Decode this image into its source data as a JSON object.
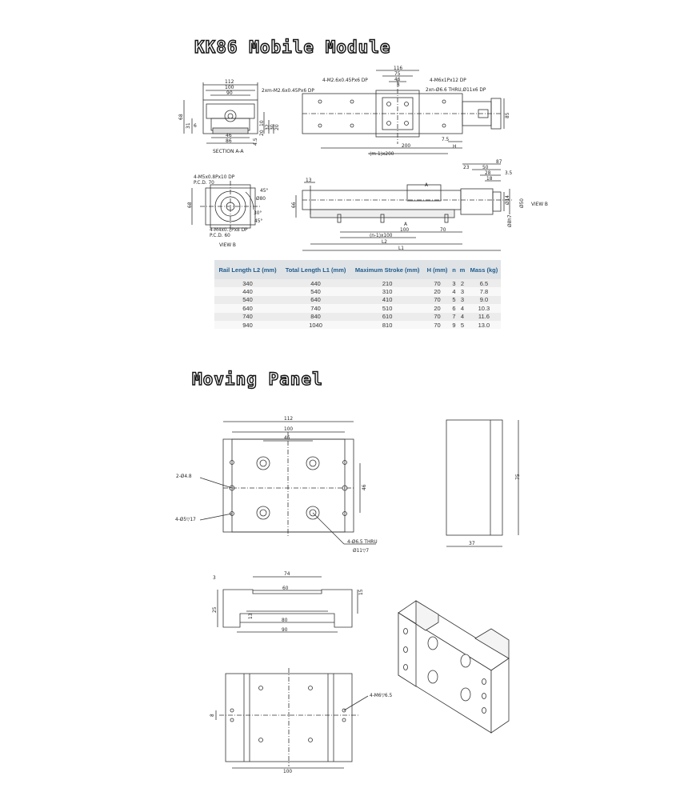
{
  "titles": {
    "module": "KK86 Mobile Module",
    "panel": "Moving Panel"
  },
  "section_aa": {
    "dims": [
      "112",
      "100",
      "90",
      "68",
      "31",
      "6",
      "46",
      "86",
      "4.5",
      "20",
      "10",
      "32",
      "30",
      "20"
    ],
    "label": "SECTION A-A"
  },
  "top_view": {
    "notes": [
      "4-M2.6x0.45Px6 DP",
      "2xm-M2.6x0.45Px6 DP",
      "4-M6x1Px12 DP",
      "2xn-Ø6.6 THRU,Ø11x6 DP"
    ],
    "dims": [
      "116",
      "75",
      "46",
      "8",
      "7.5",
      "200",
      "(m-1)x200",
      "H",
      "85"
    ]
  },
  "view_b": {
    "notes": [
      "4-M5x0.8Px10 DP",
      "P.C.D. 70",
      "4-M4x0.7Px8 DP",
      "P.C.D. 60"
    ],
    "dims": [
      "68",
      "45°",
      "30°",
      "45°",
      "Ø80"
    ],
    "label": "VIEW B"
  },
  "side_view": {
    "dims": [
      "13",
      "66",
      "A",
      "A",
      "100",
      "70",
      "(n-1)x100",
      "L2",
      "L1",
      "87",
      "50",
      "28",
      "18",
      "23",
      "3.5",
      "Ø14",
      "Ø50",
      "Ø8h7"
    ],
    "label": "VIEW B"
  },
  "table": {
    "headers": [
      "Rail Length L2 (mm)",
      "Total Length L1 (mm)",
      "Maximum Stroke (mm)",
      "H (mm)",
      "n",
      "m",
      "Mass (kg)"
    ],
    "rows": [
      [
        "340",
        "440",
        "210",
        "70",
        "3",
        "2",
        "6.5"
      ],
      [
        "440",
        "540",
        "310",
        "20",
        "4",
        "3",
        "7.8"
      ],
      [
        "540",
        "640",
        "410",
        "70",
        "5",
        "3",
        "9.0"
      ],
      [
        "640",
        "740",
        "510",
        "20",
        "6",
        "4",
        "10.3"
      ],
      [
        "740",
        "840",
        "610",
        "70",
        "7",
        "4",
        "11.6"
      ],
      [
        "940",
        "1040",
        "810",
        "70",
        "9",
        "5",
        "13.0"
      ]
    ]
  },
  "panel_top": {
    "dims": [
      "112",
      "100",
      "46",
      "46"
    ],
    "notes": [
      "2-Ø4.8",
      "4-Ø5▽17",
      "4-Ø6.5 THRU",
      "Ø11▽7"
    ]
  },
  "panel_side": {
    "dims": [
      "75",
      "37"
    ]
  },
  "panel_front": {
    "dims": [
      "74",
      "3",
      "60",
      "15",
      "25",
      "13",
      "80",
      "90"
    ]
  },
  "panel_bottom": {
    "dims": [
      "8",
      "100"
    ],
    "notes": [
      "4-M6▽6.5"
    ]
  }
}
